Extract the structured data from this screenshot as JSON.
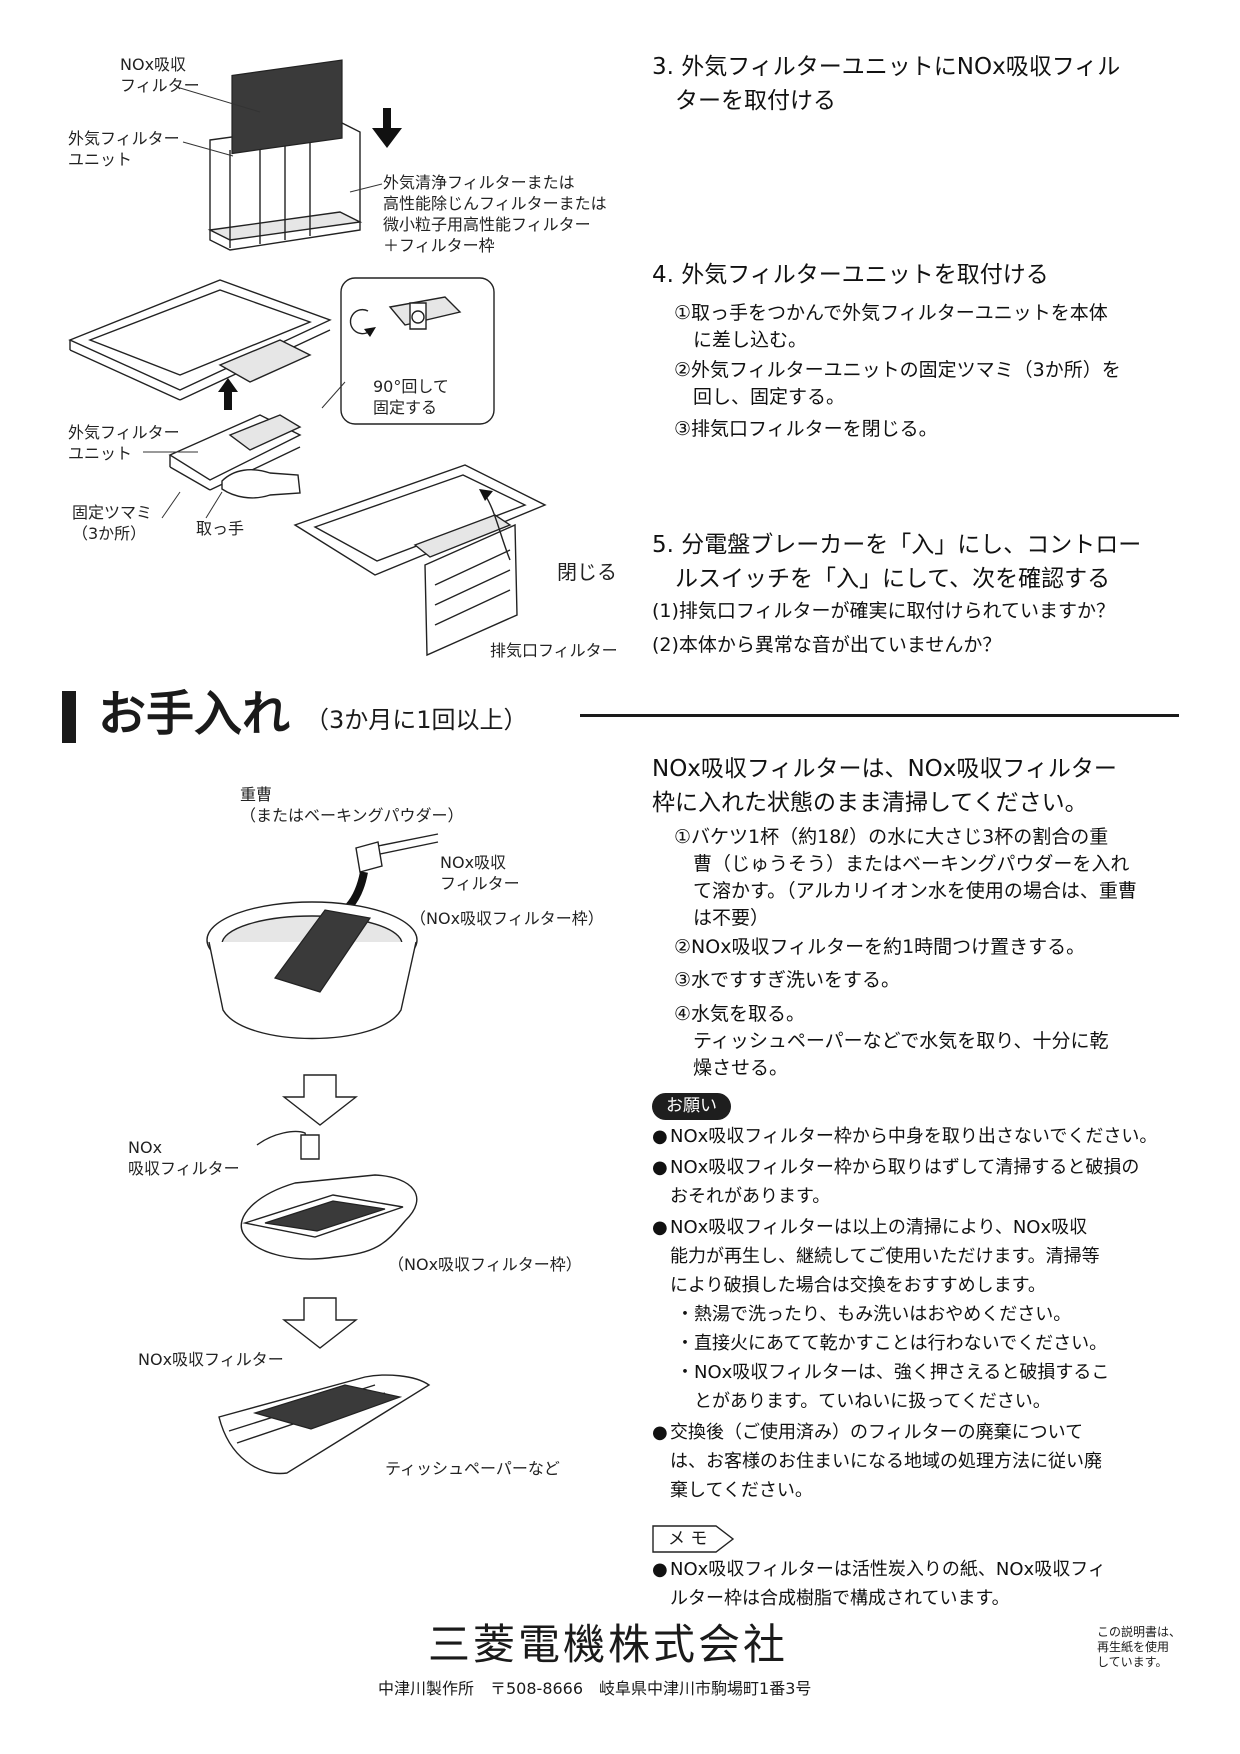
{
  "top_illustration": {
    "label_nox_filter": "NOx吸収\nフィルター",
    "label_outer_unit": "外気フィルター\nユニット",
    "label_clean_filter": "外気清浄フィルターまたは\n高性能除じんフィルターまたは\n微小粒子用高性能フィルター\n＋フィルター枠",
    "label_rotate": "90°回して\n固定する",
    "label_outer_unit_2": "外気フィルター\nユニット",
    "label_knob": "固定ツマミ\n（3か所）",
    "label_handle": "取っ手",
    "label_close": "閉じる",
    "label_exhaust": "排気口フィルター"
  },
  "steps": {
    "step3_title": "3. 外気フィルターユニットにNOx吸収フィル\n　ターを取付ける",
    "step4_title": "4. 外気フィルターユニットを取付ける",
    "step4_items": [
      "①取っ手をつかんで外気フィルターユニットを本体\n　に差し込む。",
      "②外気フィルターユニットの固定ツマミ（3か所）を\n　回し、固定する。",
      "③排気口フィルターを閉じる。"
    ],
    "step5_title": "5. 分電盤ブレーカーを「入」にし、コントロー\n　ルスイッチを「入」にして、次を確認する",
    "step5_checks": [
      "(1)排気口フィルターが確実に取付けられていますか？",
      "(2)本体から異常な音が出ていませんか？"
    ]
  },
  "maintenance": {
    "heading": "お手入れ",
    "heading_note": "（3か月に1回以上）",
    "intro": "NOx吸収フィルターは、NOx吸収フィルター\n枠に入れた状態のまま清掃してください。",
    "items": [
      "①バケツ1杯（約18ℓ）の水に大さじ3杯の割合の重\n　曹（じゅうそう）またはベーキングパウダーを入れ\n　て溶かす。（アルカリイオン水を使用の場合は、重曹\n　は不要）",
      "②NOx吸収フィルターを約1時間つけ置きする。",
      "③水ですすぎ洗いをする。",
      "④水気を取る。\n　ティッシュペーパーなどで水気を取り、十分に乾\n　燥させる。"
    ],
    "label_soda": "重曹\n（またはベーキングパウダー）",
    "label_nox_filter_a": "NOx吸収\nフィルター",
    "label_nox_frame_a": "（NOx吸収フィルター枠）",
    "label_nox_filter_b": "NOx\n吸収フィルター",
    "label_nox_frame_b": "（NOx吸収フィルター枠）",
    "label_nox_filter_c": "NOx吸収フィルター",
    "label_tissue": "ティッシュペーパーなど"
  },
  "notice": {
    "badge": "お願い",
    "bullets": [
      "NOx吸収フィルター枠から中身を取り出さないでください。",
      "NOx吸収フィルター枠から取りはずして清掃すると破損の\nおそれがあります。",
      "NOx吸収フィルターは以上の清掃により、NOx吸収\n能力が再生し、継続してご使用いただけます。清掃等\nにより破損した場合は交換をおすすめします。"
    ],
    "sub_bullets": [
      "・熱湯で洗ったり、もみ洗いはおやめください。",
      "・直接火にあてて乾かすことは行わないでください。",
      "・NOx吸収フィルターは、強く押さえると破損するこ\n　とがあります。ていねいに扱ってください。"
    ],
    "last_bullet": "交換後（ご使用済み）のフィルターの廃棄について\nは、お客様のお住まいになる地域の処理方法に従い廃\n棄してください。",
    "bullet_mark": "●"
  },
  "memo": {
    "tag": "メ モ",
    "text": "NOx吸収フィルターは活性炭入りの紙、NOx吸収フィ\nルター枠は合成樹脂で構成されています。"
  },
  "footer": {
    "company": "三菱電機株式会社",
    "address": "中津川製作所　〒508-8666　岐阜県中津川市駒場町1番3号",
    "recycled": "この説明書は、\n再生紙を使用\nしています。"
  }
}
